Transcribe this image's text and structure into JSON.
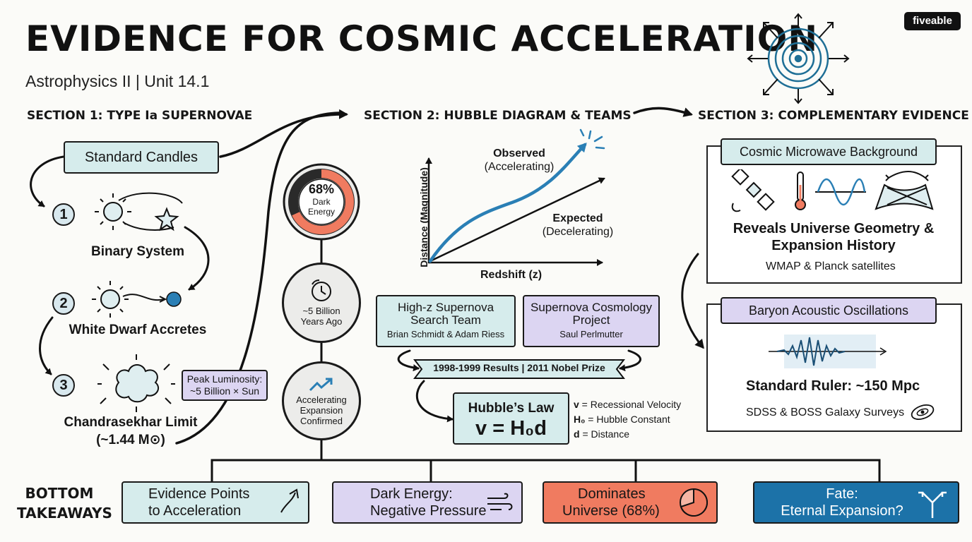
{
  "header": {
    "title": "EVIDENCE FOR COSMIC ACCELERATION",
    "subtitle": "Astrophysics II | Unit 14.1",
    "brand": "fiveable"
  },
  "section1": {
    "heading": "SECTION 1: TYPE Ia SUPERNOVAE",
    "standard_candles": "Standard Candles",
    "steps": [
      {
        "num": "1",
        "label": "Binary System"
      },
      {
        "num": "2",
        "label": "White Dwarf Accretes"
      },
      {
        "num": "3",
        "label_line1": "Chandrasekhar Limit",
        "label_line2": "(~1.44 M⊙)"
      }
    ],
    "peak_line1": "Peak Luminosity:",
    "peak_line2": "~5 Billion × Sun"
  },
  "timeline": {
    "dark_energy_pct": "68%",
    "dark_energy_fraction": 0.68,
    "dark_energy_label_line1": "Dark",
    "dark_energy_label_line2": "Energy",
    "time_line1": "~5 Billion",
    "time_line2": "Years Ago",
    "confirmed_line1": "Accelerating",
    "confirmed_line2": "Expansion",
    "confirmed_line3": "Confirmed"
  },
  "section2": {
    "heading": "SECTION 2: HUBBLE DIAGRAM & TEAMS",
    "ylabel": "Distance (Magnitude)",
    "xlabel": "Redshift (z)",
    "observed_line1": "Observed",
    "observed_line2": "(Accelerating)",
    "expected_line1": "Expected",
    "expected_line2": "(Decelerating)",
    "team1_line1": "High-z Supernova",
    "team1_line2": "Search Team",
    "team1_people": "Brian Schmidt & Adam Riess",
    "team2_line1": "Supernova Cosmology",
    "team2_line2": "Project",
    "team2_people": "Saul Perlmutter",
    "results": "1998-1999 Results | 2011 Nobel Prize",
    "hubble_title": "Hubble’s Law",
    "hubble_eq": "v = H₀d",
    "legend": [
      {
        "sym": "v",
        "text": " = Recessional Velocity"
      },
      {
        "sym": "H₀",
        "text": " = Hubble Constant"
      },
      {
        "sym": "d",
        "text": " = Distance"
      }
    ]
  },
  "section3": {
    "heading": "SECTION 3: COMPLEMENTARY EVIDENCE",
    "cmb_title": "Cosmic Microwave Background",
    "cmb_text_line1": "Reveals Universe Geometry &",
    "cmb_text_line2": "Expansion History",
    "cmb_sats": "WMAP & Planck satellites",
    "bao_title": "Baryon Acoustic Oscillations",
    "bao_ruler": "Standard Ruler: ~150 Mpc",
    "bao_surveys": "SDSS & BOSS Galaxy Surveys"
  },
  "bottom": {
    "label_line1": "BOTTOM",
    "label_line2": "TAKEAWAYS",
    "items": [
      {
        "line1": "Evidence Points",
        "line2": "to Acceleration"
      },
      {
        "line1": "Dark Energy:",
        "line2": "Negative Pressure"
      },
      {
        "line1": "Dominates",
        "line2": "Universe (68%)"
      },
      {
        "line1": "Fate:",
        "line2": "Eternal Expansion?"
      }
    ]
  },
  "colors": {
    "teal": "#d6ecec",
    "purple": "#dcd5f2",
    "coral": "#f07b60",
    "blue": "#1c72a8",
    "curve_blue": "#2a7fb5"
  }
}
